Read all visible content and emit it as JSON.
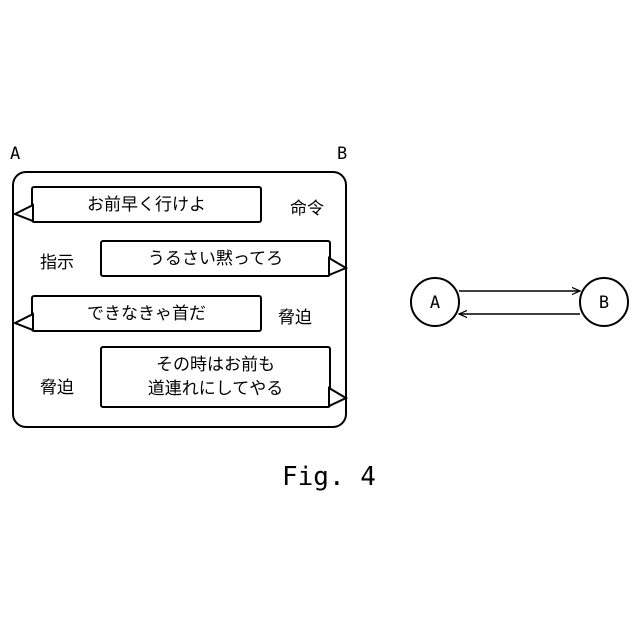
{
  "dialogue": {
    "party_a": "A",
    "party_b": "B",
    "lines": [
      {
        "speaker": "A",
        "text": "お前早く行けよ",
        "tag": "命令"
      },
      {
        "speaker": "B",
        "text": "うるさい黙ってろ",
        "tag": "指示"
      },
      {
        "speaker": "A",
        "text": "できなきゃ首だ",
        "tag": "脅迫"
      },
      {
        "speaker": "B",
        "text": "その時はお前も\n道連れにしてやる",
        "tag": "脅迫"
      }
    ]
  },
  "graph": {
    "nodes": [
      "A",
      "B"
    ],
    "edges": [
      {
        "from": "A",
        "to": "B"
      },
      {
        "from": "B",
        "to": "A"
      }
    ]
  },
  "caption": "Fig. 4"
}
